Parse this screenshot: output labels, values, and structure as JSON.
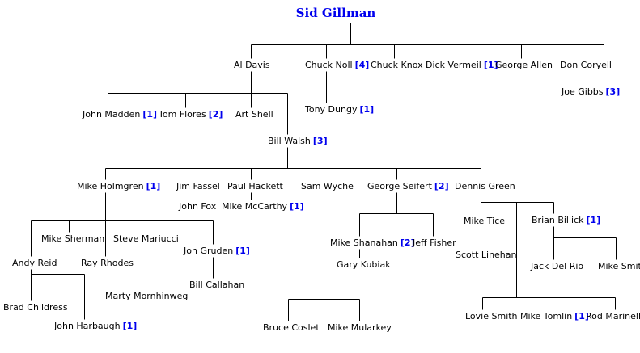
{
  "title": "Sid Gillman",
  "nodes": [
    {
      "id": "al-davis",
      "name": "Al Davis",
      "ref": ""
    },
    {
      "id": "chuck-noll",
      "name": "Chuck Noll",
      "ref": "[4]"
    },
    {
      "id": "chuck-knox",
      "name": "Chuck Knox",
      "ref": ""
    },
    {
      "id": "dick-vermeil",
      "name": "Dick Vermeil",
      "ref": "[1]"
    },
    {
      "id": "george-allen",
      "name": "George  Allen",
      "ref": ""
    },
    {
      "id": "don-coryell",
      "name": "Don Coryell",
      "ref": ""
    },
    {
      "id": "joe-gibbs",
      "name": "Joe Gibbs",
      "ref": "[3]"
    },
    {
      "id": "tony-dungy",
      "name": "Tony Dungy",
      "ref": "[1]"
    },
    {
      "id": "john-madden",
      "name": "John Madden",
      "ref": "[1]"
    },
    {
      "id": "tom-flores",
      "name": "Tom Flores",
      "ref": "[2]"
    },
    {
      "id": "art-shell",
      "name": "Art Shell",
      "ref": ""
    },
    {
      "id": "bill-walsh",
      "name": "Bill Walsh",
      "ref": "[3]"
    },
    {
      "id": "mike-holmgren",
      "name": "Mike Holmgren",
      "ref": "[1]"
    },
    {
      "id": "jim-fassel",
      "name": "Jim Fassel",
      "ref": ""
    },
    {
      "id": "paul-hackett",
      "name": "Paul Hackett",
      "ref": ""
    },
    {
      "id": "sam-wyche",
      "name": "Sam Wyche",
      "ref": ""
    },
    {
      "id": "george-seifert",
      "name": "George Seifert",
      "ref": "[2]"
    },
    {
      "id": "dennis-green",
      "name": "Dennis Green",
      "ref": ""
    },
    {
      "id": "john-fox",
      "name": "John Fox",
      "ref": ""
    },
    {
      "id": "mike-mccarthy",
      "name": "Mike McCarthy",
      "ref": "[1]"
    },
    {
      "id": "mike-sherman",
      "name": "Mike Sherman",
      "ref": ""
    },
    {
      "id": "steve-mariucci",
      "name": "Steve Mariucci",
      "ref": ""
    },
    {
      "id": "jon-gruden",
      "name": "Jon Gruden",
      "ref": "[1]"
    },
    {
      "id": "andy-reid",
      "name": "Andy Reid",
      "ref": ""
    },
    {
      "id": "ray-rhodes",
      "name": "Ray Rhodes",
      "ref": ""
    },
    {
      "id": "bill-callahan",
      "name": "Bill Callahan",
      "ref": ""
    },
    {
      "id": "marty-mornhinweg",
      "name": "Marty Mornhinweg",
      "ref": ""
    },
    {
      "id": "brad-childress",
      "name": "Brad Childress",
      "ref": ""
    },
    {
      "id": "john-harbaugh",
      "name": "John Harbaugh",
      "ref": "[1]"
    },
    {
      "id": "mike-shanahan",
      "name": "Mike Shanahan",
      "ref": "[2]"
    },
    {
      "id": "jeff-fisher",
      "name": "Jeff Fisher",
      "ref": ""
    },
    {
      "id": "gary-kubiak",
      "name": "Gary Kubiak",
      "ref": ""
    },
    {
      "id": "bruce-coslet",
      "name": "Bruce Coslet",
      "ref": ""
    },
    {
      "id": "mike-mularkey",
      "name": "Mike Mularkey",
      "ref": ""
    },
    {
      "id": "mike-tice",
      "name": "Mike Tice",
      "ref": ""
    },
    {
      "id": "brian-billick",
      "name": "Brian Billick",
      "ref": "[1]"
    },
    {
      "id": "scott-linehan",
      "name": "Scott Linehan",
      "ref": ""
    },
    {
      "id": "jack-del-rio",
      "name": "Jack Del Rio",
      "ref": ""
    },
    {
      "id": "mike-smith",
      "name": "Mike Smith",
      "ref": ""
    },
    {
      "id": "lovie-smith",
      "name": "Lovie Smith",
      "ref": ""
    },
    {
      "id": "mike-tomlin",
      "name": "Mike Tomlin",
      "ref": "[1]"
    },
    {
      "id": "rod-marinelli",
      "name": "Rod Marinelli",
      "ref": ""
    }
  ],
  "colors": {
    "link": "#0000ee",
    "text": "#000000",
    "line": "#000000",
    "background": "#ffffff"
  }
}
